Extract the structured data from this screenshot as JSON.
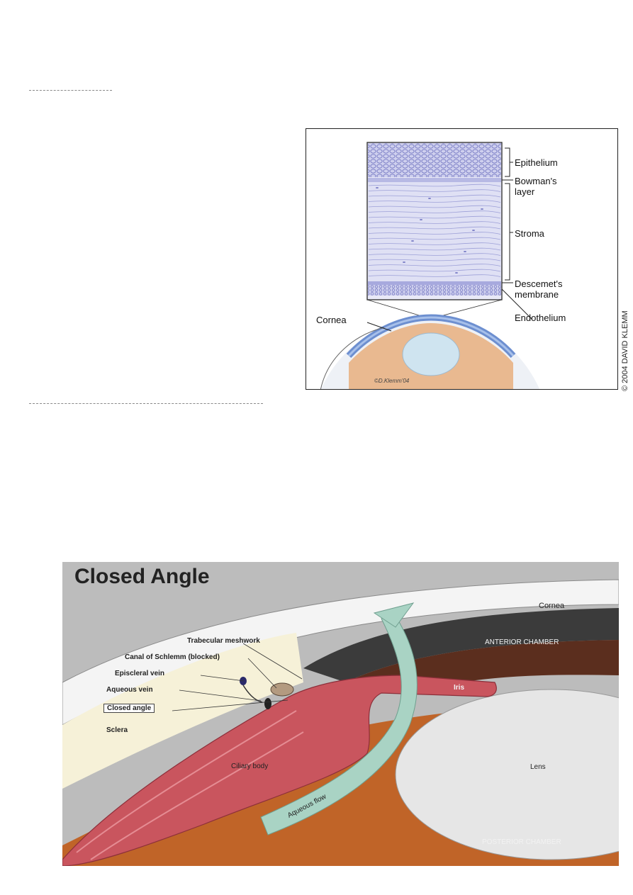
{
  "cornea_figure": {
    "labels": {
      "epithelium": "Epithelium",
      "bowmans": "Bowman's layer",
      "stroma": "Stroma",
      "descemets": "Descemet's membrane",
      "endothelium": "Endothelium",
      "cornea": "Cornea"
    },
    "signature": "©D.Klemm'04",
    "copyright": "© 2004 DAVID KLEMM",
    "colors": {
      "layer": "#cfd0ee",
      "cells": "#7f82c8",
      "fiber": "#9da0d8",
      "iris": "#e9b990",
      "lens": "#cfe4f0"
    }
  },
  "angle_figure": {
    "title": "Closed Angle",
    "labels": {
      "cornea": "Cornea",
      "anterior_chamber": "ANTERIOR CHAMBER",
      "trabecular": "Trabecular meshwork",
      "schlemm": "Canal of Schlemm (blocked)",
      "episcleral": "Episcleral vein",
      "aqueous_vein": "Aqueous vein",
      "closed_angle": "Closed angle",
      "sclera": "Sclera",
      "iris": "Iris",
      "ciliary": "Ciliary body",
      "lens": "Lens",
      "aqueous_flow": "Aqueous flow",
      "posterior_chamber": "POSTERIOR CHAMBER"
    },
    "colors": {
      "sclera": "#f6f1d8",
      "ciliary": "#c9555e",
      "iris": "#5b2e1e",
      "chamber": "#c06428",
      "flow": "#a9d3c4",
      "lens": "#e6e6e6"
    }
  }
}
